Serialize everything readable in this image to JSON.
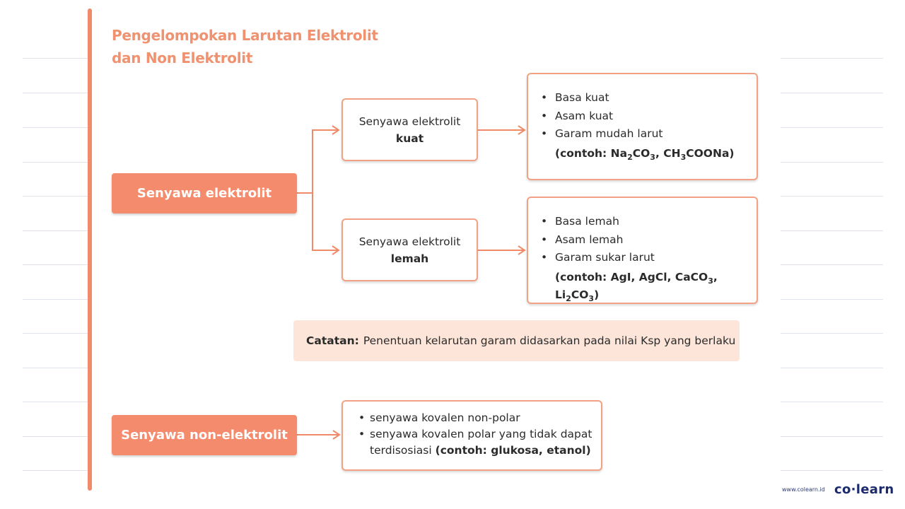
{
  "title": {
    "line1": "Pengelompokan Larutan Elektrolit",
    "line2": "dan Non Elektrolit"
  },
  "electrolyte_label": "Senyawa elektrolit",
  "strong": {
    "line1": "Senyawa elektrolit",
    "line2": "kuat",
    "items": [
      "Basa kuat",
      "Asam kuat",
      "Garam mudah larut"
    ],
    "example_parts": [
      "(contoh: Na",
      "2",
      "CO",
      "3",
      ", CH",
      "3",
      "COONa)"
    ]
  },
  "weak": {
    "line1": "Senyawa elektrolit",
    "line2": "lemah",
    "items": [
      "Basa lemah",
      "Asam lemah",
      "Garam sukar larut"
    ],
    "example_parts": [
      "(contoh: AgI, AgCl, CaCO",
      "3",
      ", Li",
      "2",
      "CO",
      "3",
      ")"
    ]
  },
  "note": {
    "label": "Catatan:",
    "text": "Penentuan kelarutan garam didasarkan pada nilai Ksp yang berlaku"
  },
  "non_electrolyte_label": "Senyawa non-elektrolit",
  "non_electrolyte": {
    "item1": "senyawa kovalen non-polar",
    "item2": "senyawa kovalen polar yang tidak dapat",
    "item2_cont": "terdisosiasi",
    "item2_example": "(contoh: glukosa, etanol)"
  },
  "bullet": "•",
  "footer": {
    "url": "www.colearn.id",
    "logo": "co·learn"
  },
  "colors": {
    "accent": "#f48b6c",
    "border": "#f2a184",
    "note_bg": "#fde6d9",
    "brand": "#1b2a6b"
  }
}
